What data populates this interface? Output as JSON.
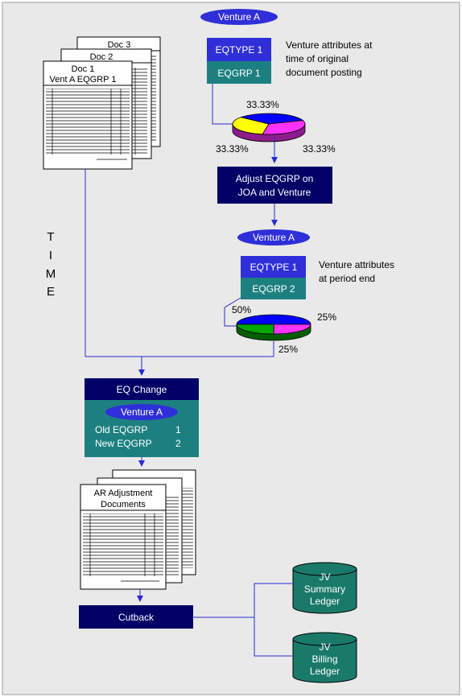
{
  "colors": {
    "background": "#e9e9e9",
    "navy": "#000066",
    "blue": "#2f2fd9",
    "teal": "#1d8080",
    "arrow": "#2a2ad0",
    "pie_yellow": "#ffff00",
    "pie_blue": "#0000ff",
    "pie_magenta": "#ff33ff",
    "pie_green": "#00aa00",
    "cylinder": "#1a7a6a"
  },
  "venture_a_top": "Venture A",
  "eqtype_top": "EQTYPE 1",
  "eqgrp_top": "EQGRP 1",
  "attr_text_top": [
    "Venture attributes at",
    "time of original",
    "document posting"
  ],
  "pie1": {
    "slices": [
      {
        "label": "33.33%",
        "value": 33.33,
        "color": "#ffff00"
      },
      {
        "label": "33.33%",
        "value": 33.33,
        "color": "#0000ff"
      },
      {
        "label": "33.33%",
        "value": 33.33,
        "color": "#ff33ff"
      }
    ]
  },
  "adjust_box": [
    "Adjust EQGRP on",
    "JOA and Venture"
  ],
  "venture_a_mid": "Venture A",
  "eqtype_mid": "EQTYPE 1",
  "eqgrp_mid": "EQGRP 2",
  "attr_text_mid": [
    "Venture attributes",
    "at period end"
  ],
  "pie2": {
    "slices": [
      {
        "label": "50%",
        "value": 50,
        "color": "#0000ff"
      },
      {
        "label": "25%",
        "value": 25,
        "color": "#ff33ff"
      },
      {
        "label": "25%",
        "value": 25,
        "color": "#00aa00"
      }
    ]
  },
  "time_letters": [
    "T",
    "I",
    "M",
    "E"
  ],
  "docs": {
    "doc3": "Doc 3",
    "doc2": "Doc 2",
    "doc1_line1": "Doc 1",
    "doc1_line2": "Vent A EQGRP 1"
  },
  "eq_change": {
    "header": "EQ Change",
    "venture": "Venture A",
    "old_label": "Old EQGRP",
    "old_value": "1",
    "new_label": "New EQGRP",
    "new_value": "2"
  },
  "ar_docs": [
    "AR Adjustment",
    "Documents"
  ],
  "cutback": "Cutback",
  "summary_ledger": [
    "JV",
    "Summary",
    "Ledger"
  ],
  "billing_ledger": [
    "JV",
    "Billing",
    "Ledger"
  ]
}
